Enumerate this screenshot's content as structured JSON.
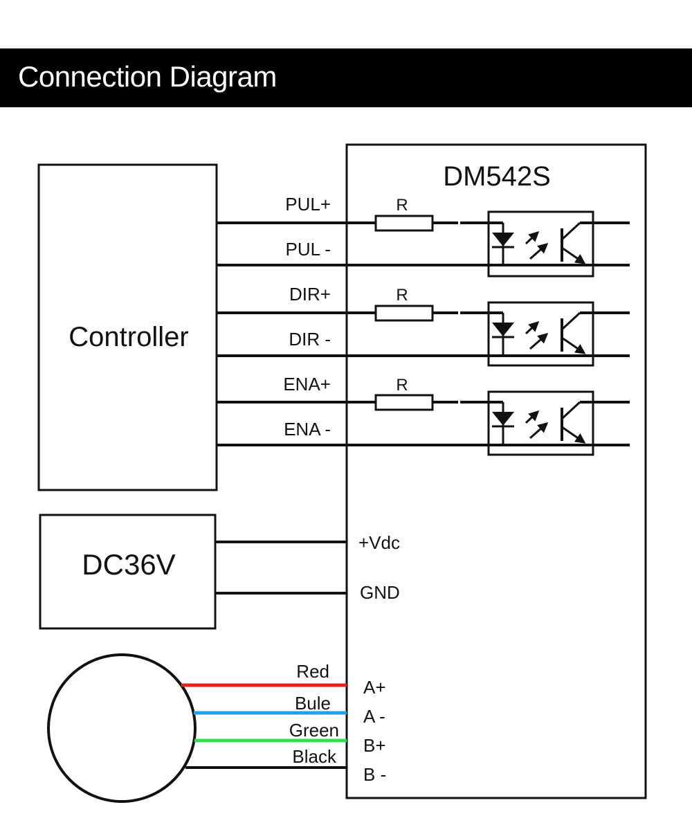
{
  "header": {
    "title": "Connection Diagram"
  },
  "driver": {
    "model": "DM542S",
    "resistor_labels": [
      "R",
      "R",
      "R"
    ],
    "power_pins": {
      "positive": "+Vdc",
      "ground": "GND"
    },
    "motor_pins": [
      "A+",
      "A -",
      "B+",
      "B -"
    ]
  },
  "controller": {
    "label": "Controller",
    "signals": [
      "PUL+",
      "PUL -",
      "DIR+",
      "DIR -",
      "ENA+",
      "ENA -"
    ]
  },
  "power_supply": {
    "label": "DC36V"
  },
  "motor": {
    "wires": [
      {
        "label": "Red",
        "color": "#e8201b"
      },
      {
        "label": "Bule",
        "color": "#1fa3e6"
      },
      {
        "label": "Green",
        "color": "#2fe04d"
      },
      {
        "label": "Black",
        "color": "#111111"
      }
    ]
  },
  "colors": {
    "header_bg": "#000000",
    "header_text": "#ffffff",
    "line": "#111111"
  }
}
